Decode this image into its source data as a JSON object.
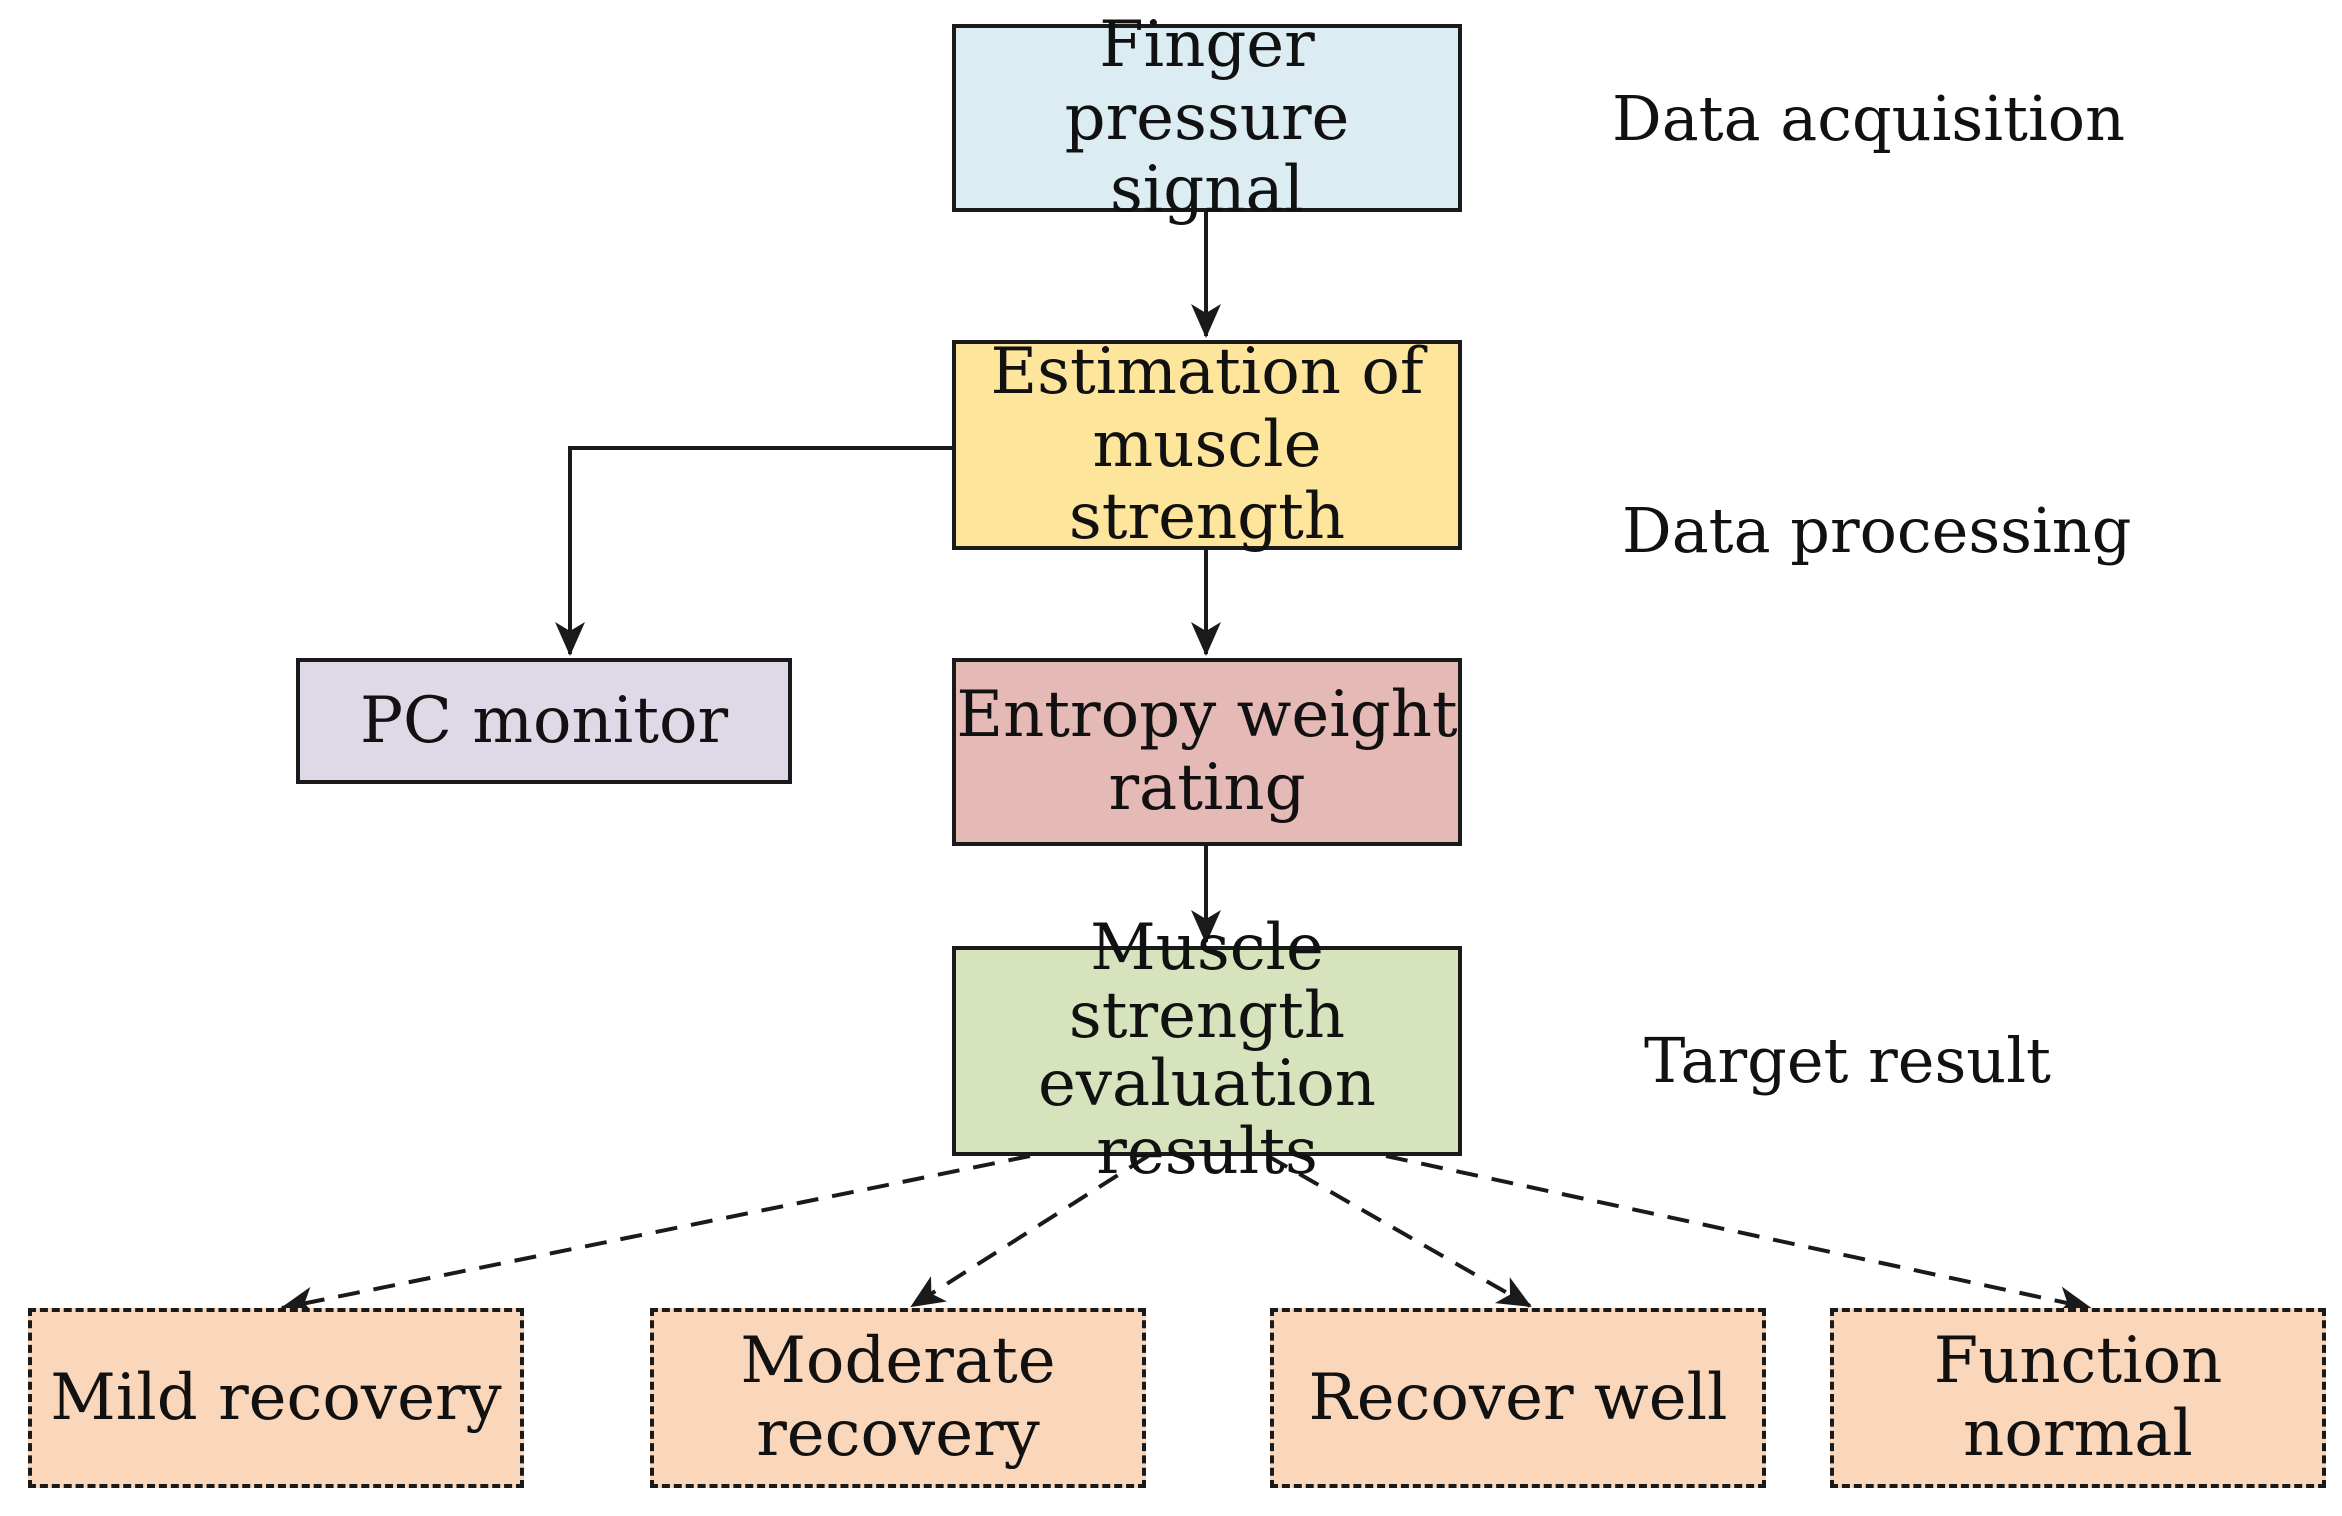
{
  "nodes": {
    "finger": {
      "label": "Finger pressure\nsignal",
      "fill": "#dbedf3"
    },
    "estimate": {
      "label": "Estimation of\nmuscle strength",
      "fill": "#fde59c"
    },
    "pc": {
      "label": "PC monitor",
      "fill": "#dfd8e6"
    },
    "entropy": {
      "label": "Entropy weight\nrating",
      "fill": "#e5b9b5"
    },
    "result": {
      "label": "Muscle strength\nevaluation\nresults",
      "fill": "#d6e3bc"
    },
    "mild": {
      "label": "Mild recovery",
      "fill": "#fad7bb"
    },
    "moderate": {
      "label": "Moderate\nrecovery",
      "fill": "#fad7bb"
    },
    "well": {
      "label": "Recover  well",
      "fill": "#fad7bb"
    },
    "normal": {
      "label": "Function\nnormal",
      "fill": "#fad7bb"
    }
  },
  "stages": {
    "acquisition": "Data acquisition",
    "processing": "Data processing",
    "target": "Target result"
  },
  "edges": [
    {
      "from": "finger",
      "to": "estimate",
      "style": "solid"
    },
    {
      "from": "estimate",
      "to": "pc",
      "style": "solid"
    },
    {
      "from": "estimate",
      "to": "entropy",
      "style": "solid"
    },
    {
      "from": "entropy",
      "to": "result",
      "style": "solid"
    },
    {
      "from": "result",
      "to": "mild",
      "style": "dashed"
    },
    {
      "from": "result",
      "to": "moderate",
      "style": "dashed"
    },
    {
      "from": "result",
      "to": "well",
      "style": "dashed"
    },
    {
      "from": "result",
      "to": "normal",
      "style": "dashed"
    }
  ],
  "colors": {
    "stroke": "#1a1a1a"
  }
}
